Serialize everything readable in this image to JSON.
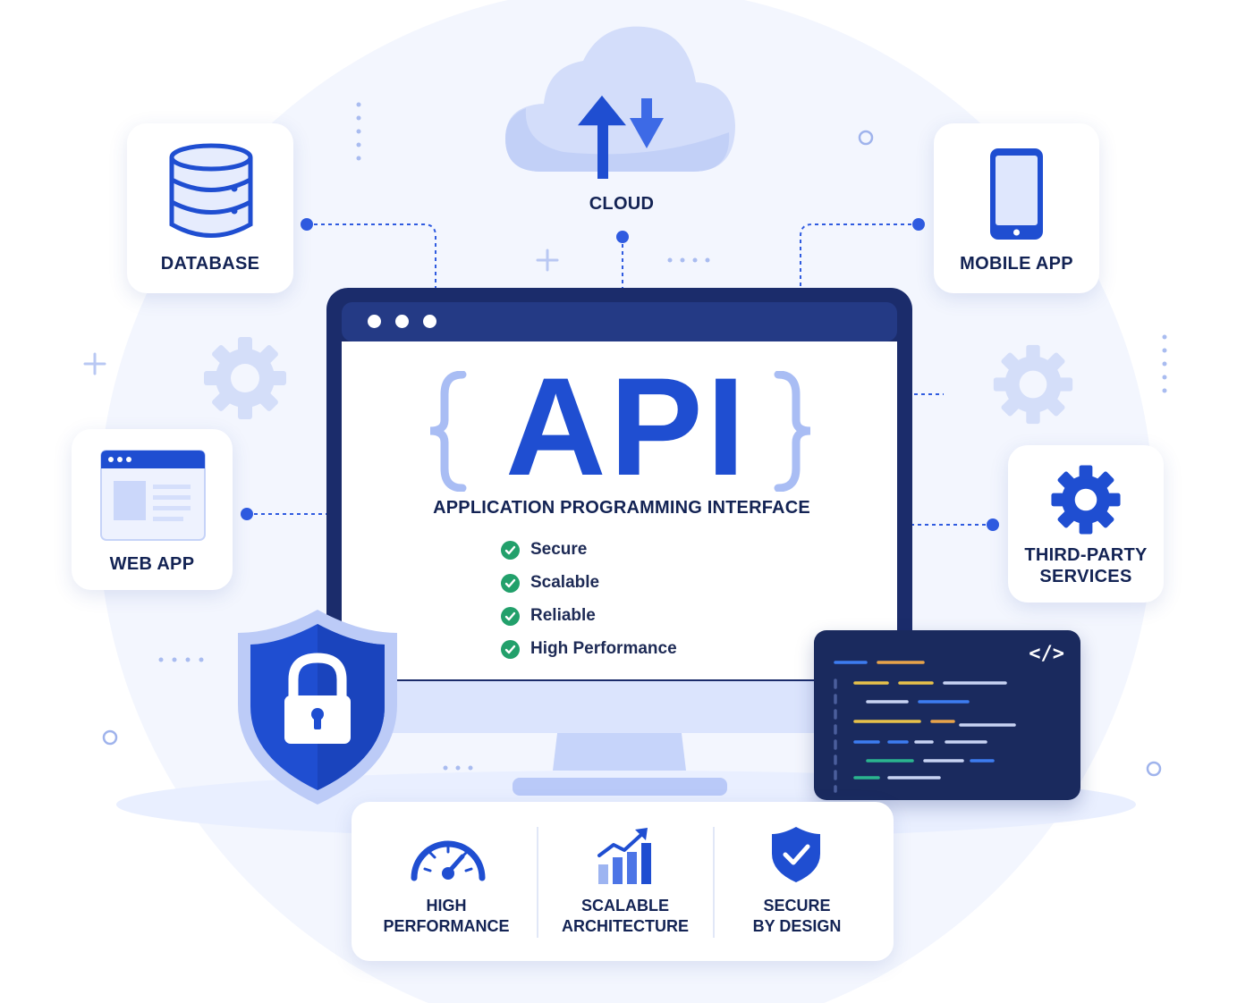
{
  "nodes": {
    "cloud": "CLOUD",
    "database": "DATABASE",
    "mobile_app": "MOBILE APP",
    "web_app": "WEB APP",
    "third_party": [
      "THIRD-PARTY",
      "SERVICES"
    ]
  },
  "monitor": {
    "title": "API",
    "subtitle": "APPLICATION PROGRAMMING INTERFACE",
    "features": [
      "Secure",
      "Scalable",
      "Reliable",
      "High Performance"
    ]
  },
  "code_panel": {
    "tag": "</>"
  },
  "benefits": [
    {
      "line1": "HIGH",
      "line2": "PERFORMANCE",
      "icon": "speedometer-icon"
    },
    {
      "line1": "SCALABLE",
      "line2": "ARCHITECTURE",
      "icon": "growth-chart-icon"
    },
    {
      "line1": "SECURE",
      "line2": "BY DESIGN",
      "icon": "shield-check-icon"
    }
  ],
  "colors": {
    "primary": "#1f4ed1",
    "navy": "#1b2c6b",
    "light": "#c9d6fb",
    "success": "#22a06b",
    "code_bg": "#1a2a5e"
  }
}
